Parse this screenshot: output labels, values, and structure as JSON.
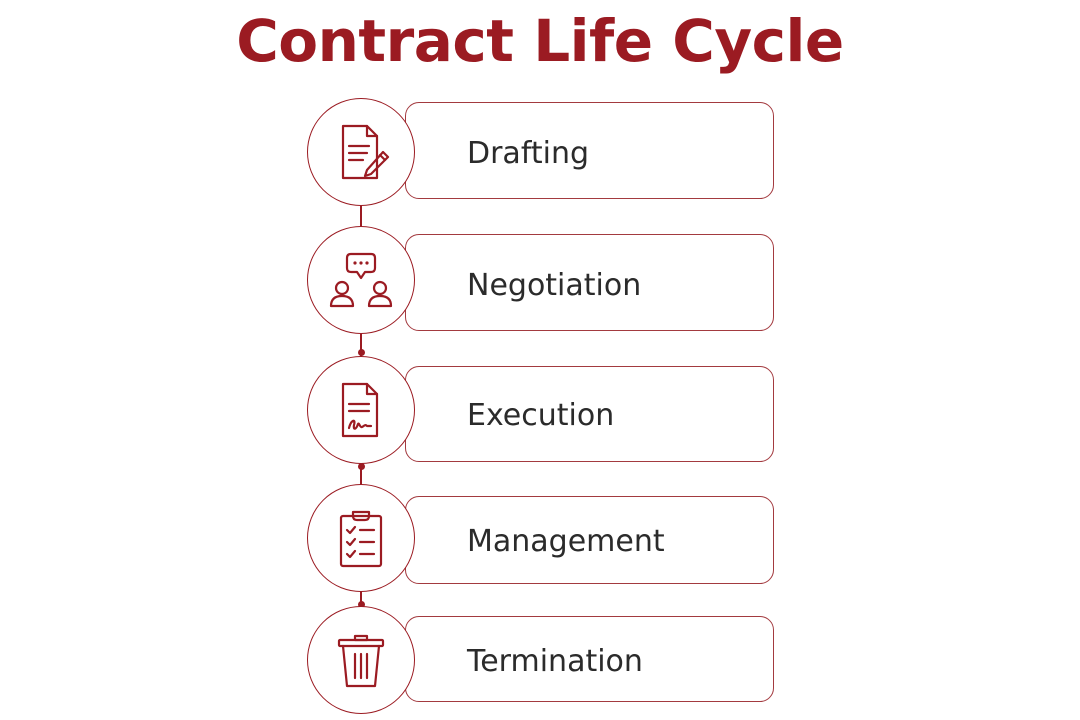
{
  "title": "Contract Life Cycle",
  "colors": {
    "accent": "#9b1b22",
    "border": "#a33a3f",
    "text": "#2b2b2b"
  },
  "stages": [
    {
      "label": "Drafting",
      "icon": "document-pencil-icon"
    },
    {
      "label": "Negotiation",
      "icon": "people-chat-icon"
    },
    {
      "label": "Execution",
      "icon": "signed-document-icon"
    },
    {
      "label": "Management",
      "icon": "clipboard-checklist-icon"
    },
    {
      "label": "Termination",
      "icon": "trash-can-icon"
    }
  ]
}
